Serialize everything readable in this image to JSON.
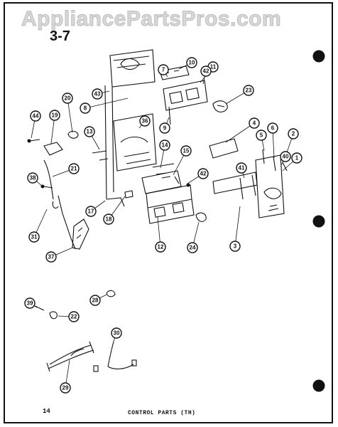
{
  "watermark": "AppliancePartsPros.com",
  "figure_id": "3-7",
  "page_number": "14",
  "caption": "CONTROL PARTS (TH)",
  "callouts": [
    "1",
    "2",
    "3",
    "4",
    "5",
    "6",
    "7",
    "8",
    "9",
    "10",
    "11",
    "12",
    "13",
    "14",
    "15",
    "17",
    "18",
    "19",
    "20",
    "21",
    "22",
    "23",
    "24",
    "28",
    "29",
    "30",
    "31",
    "36",
    "37",
    "38",
    "39",
    "40",
    "41",
    "42",
    "42",
    "43",
    "44"
  ]
}
